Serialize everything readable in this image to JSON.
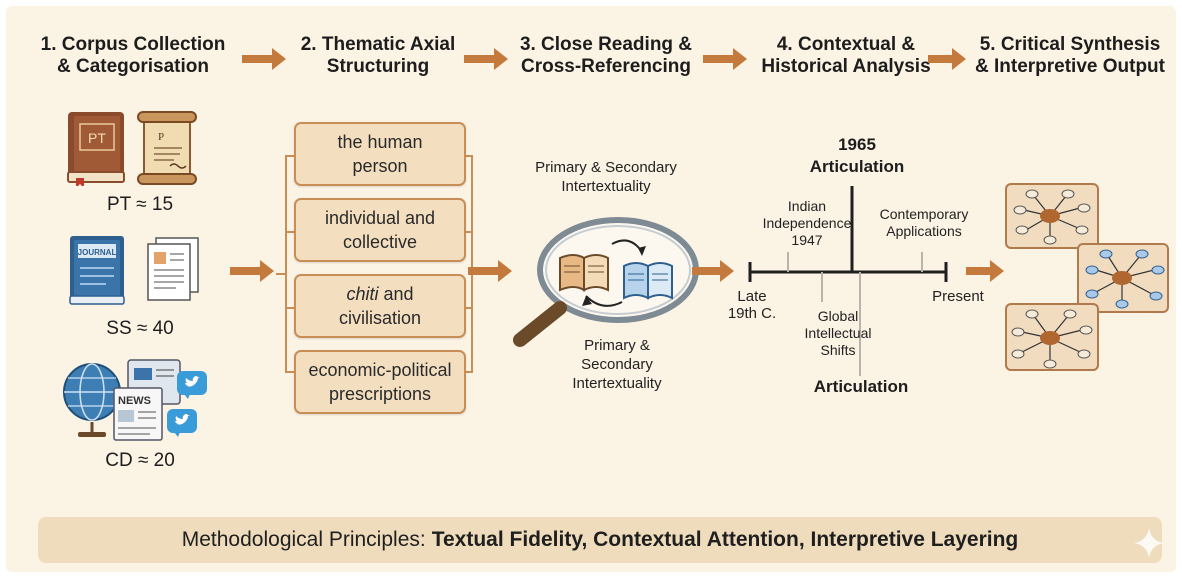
{
  "steps": [
    {
      "title": "1. Corpus Collection\n& Categorisation"
    },
    {
      "title": "2. Thematic Axial\nStructuring"
    },
    {
      "title": "3. Close Reading &\nCross-Referencing"
    },
    {
      "title": "4. Contextual &\nHistorical Analysis"
    },
    {
      "title": "5. Critical Synthesis\n& Interpretive Output"
    }
  ],
  "corpus": {
    "pt": {
      "book_letters": "PT",
      "scroll_letter": "P",
      "count": "PT ≈ 15"
    },
    "ss": {
      "journal_label": "JOURNAL",
      "count": "SS ≈ 40"
    },
    "cd": {
      "news_label": "NEWS",
      "count": "CD ≈ 20"
    }
  },
  "themes": [
    {
      "label": "the human person"
    },
    {
      "label": "individual and collective"
    },
    {
      "label_italic": "chiti",
      "label_rest": " and civilisation"
    },
    {
      "label": "economic-political prescriptions"
    }
  ],
  "reading": {
    "top_label": "Primary & Secondary\nIntertextuality",
    "bottom_label": "Primary &\nSecondary\nIntertextuality"
  },
  "timeline": {
    "top_year": "1965",
    "top_articulation": "Articulation",
    "bottom_articulation": "Articulation",
    "start_label": "Late\n19th C.",
    "end_label": "Present",
    "independence": "Indian\nIndependence\n1947",
    "global": "Global\nIntellectual\nShifts",
    "contemporary": "Contemporary\nApplications"
  },
  "banner": {
    "prefix": "Methodological Principles:",
    "principles": "Textual Fidelity, Contextual Attention, Interpretive Layering"
  },
  "colors": {
    "arrow": "#c47a3d",
    "theme_fill": "#f3dfc0",
    "theme_border": "#c88e55",
    "banner": "#efdcbc",
    "background": "#fbf3e4"
  }
}
